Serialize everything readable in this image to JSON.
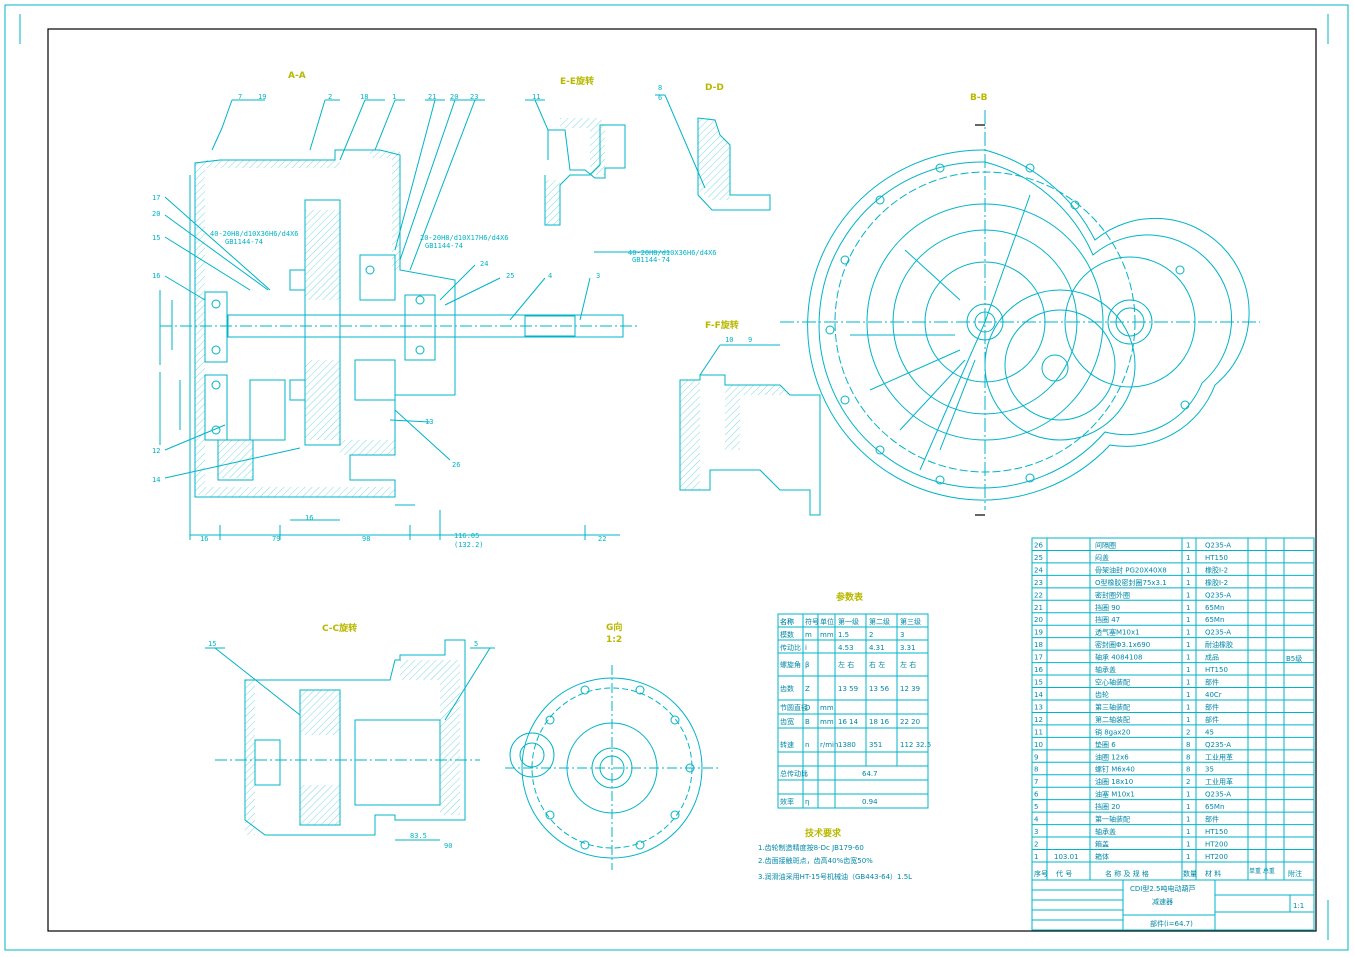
{
  "views": {
    "aa": "A-A",
    "ee": "E-E旋转",
    "dd": "D-D",
    "bb": "B-B",
    "ff": "F-F旋转",
    "cc": "C-C旋转",
    "g": "G向",
    "g_scale": "1:2"
  },
  "param_table": {
    "title": "参数表",
    "headers": [
      "名称",
      "符号",
      "单位",
      "第一级",
      "第二级",
      "第三级"
    ],
    "rows": [
      [
        "模数",
        "m",
        "mm",
        "1.5",
        "2",
        "3"
      ],
      [
        "传动比",
        "i",
        "",
        "4.53",
        "4.31",
        "3.31"
      ],
      [
        "螺旋角",
        "β",
        "",
        "左 右",
        "右 左",
        "左 右"
      ],
      [
        "齿数",
        "Z",
        "",
        "13 59",
        "13 56",
        "12 39"
      ],
      [
        "节圆直径",
        "D",
        "mm",
        "",
        "",
        ""
      ],
      [
        "齿宽",
        "B",
        "mm",
        "16 14",
        "18 16",
        "22 20"
      ],
      [
        "转速",
        "n",
        "r/min",
        "1380",
        "351",
        "112 32.5"
      ],
      [
        "总传动比",
        "i",
        "",
        "64.7",
        "",
        ""
      ],
      [
        "效率",
        "η",
        "",
        "0.94",
        "",
        ""
      ]
    ]
  },
  "tech_req": {
    "title": "技术要求",
    "items": [
      "1.齿轮制造精度按8-Dc   JB179-60",
      "2.齿面接触斑点，齿高40%齿宽50%",
      "3.润滑油采用HT-15号机械油（GB443-64）1.5L"
    ]
  },
  "bom": {
    "rows": [
      [
        "26",
        "",
        "间隔圈",
        "1",
        "Q235-A"
      ],
      [
        "25",
        "",
        "闷盖",
        "1",
        "HT150"
      ],
      [
        "24",
        "",
        "骨架油封 PG20X40X8",
        "1",
        "橡胶Ⅰ-2"
      ],
      [
        "23",
        "",
        "O型橡胶密封圈75x3.1",
        "1",
        "橡胶Ⅰ-2"
      ],
      [
        "22",
        "",
        "密封圈外圈",
        "1",
        "Q235-A"
      ],
      [
        "21",
        "",
        "挡圈 90",
        "1",
        "65Mn"
      ],
      [
        "20",
        "",
        "挡圈 47",
        "1",
        "65Mn"
      ],
      [
        "19",
        "",
        "透气塞M10x1",
        "1",
        "Q235-A"
      ],
      [
        "18",
        "",
        "密封圈Φ3.1x690",
        "1",
        "耐油橡胶"
      ],
      [
        "17",
        "",
        "轴承 4084108",
        "1",
        "成品"
      ],
      [
        "16",
        "",
        "轴承盖",
        "1",
        "HT150"
      ],
      [
        "15",
        "",
        "空心轴装配",
        "1",
        "部件"
      ],
      [
        "14",
        "",
        "齿轮",
        "1",
        "40Cr"
      ],
      [
        "13",
        "",
        "第三轴装配",
        "1",
        "部件"
      ],
      [
        "12",
        "",
        "第二轴装配",
        "1",
        "部件"
      ],
      [
        "11",
        "",
        "销 8gax20",
        "2",
        "45"
      ],
      [
        "10",
        "",
        "垫圈 6",
        "8",
        "Q235-A"
      ],
      [
        "9",
        "",
        "油圈 12x6",
        "8",
        "工业用革"
      ],
      [
        "8",
        "",
        "螺钉 M6x40",
        "8",
        "35"
      ],
      [
        "7",
        "",
        "油圈 18x10",
        "2",
        "工业用革"
      ],
      [
        "6",
        "",
        "油塞 M10x1",
        "1",
        "Q235-A"
      ],
      [
        "5",
        "",
        "挡圈 20",
        "1",
        "65Mn"
      ],
      [
        "4",
        "",
        "第一轴装配",
        "1",
        "部件"
      ],
      [
        "3",
        "",
        "轴承盖",
        "1",
        "HT150"
      ],
      [
        "2",
        "",
        "箱盖",
        "1",
        "HT200"
      ],
      [
        "1",
        "103.01",
        "箱体",
        "1",
        "HT200"
      ]
    ],
    "header": [
      "序号",
      "代    号",
      "名 称 及 规 格",
      "数量",
      "材    料",
      "单重 总重",
      "附注"
    ],
    "bearing_note": "B5级"
  },
  "title_block": {
    "name": "CDⅠ型2.5吨电动葫芦",
    "name2": "减速器",
    "part": "部件(i=64.7)",
    "scale": "1:1"
  },
  "dims": {
    "d1": "16",
    "d2": "79",
    "d3": "98",
    "d4": "116.05",
    "d4b": "(132.2)",
    "d5": "22",
    "d6": "83.5",
    "d7": "90",
    "d8": "16"
  },
  "fits": {
    "f1": "40-20H8/d10X36H6/d4X6",
    "f2": "20-20H8/d10X17H6/d4X6",
    "f3": "GB1144-74"
  },
  "balloons": [
    "7",
    "19",
    "2",
    "18",
    "1",
    "21",
    "20",
    "23",
    "17",
    "20",
    "15",
    "16",
    "24",
    "25",
    "4",
    "3",
    "11",
    "8",
    "6",
    "10",
    "9",
    "12",
    "14",
    "13",
    "26",
    "15",
    "5"
  ],
  "colors": {
    "line": "#00b4c8",
    "title": "#b8b800",
    "border": "#000000"
  }
}
